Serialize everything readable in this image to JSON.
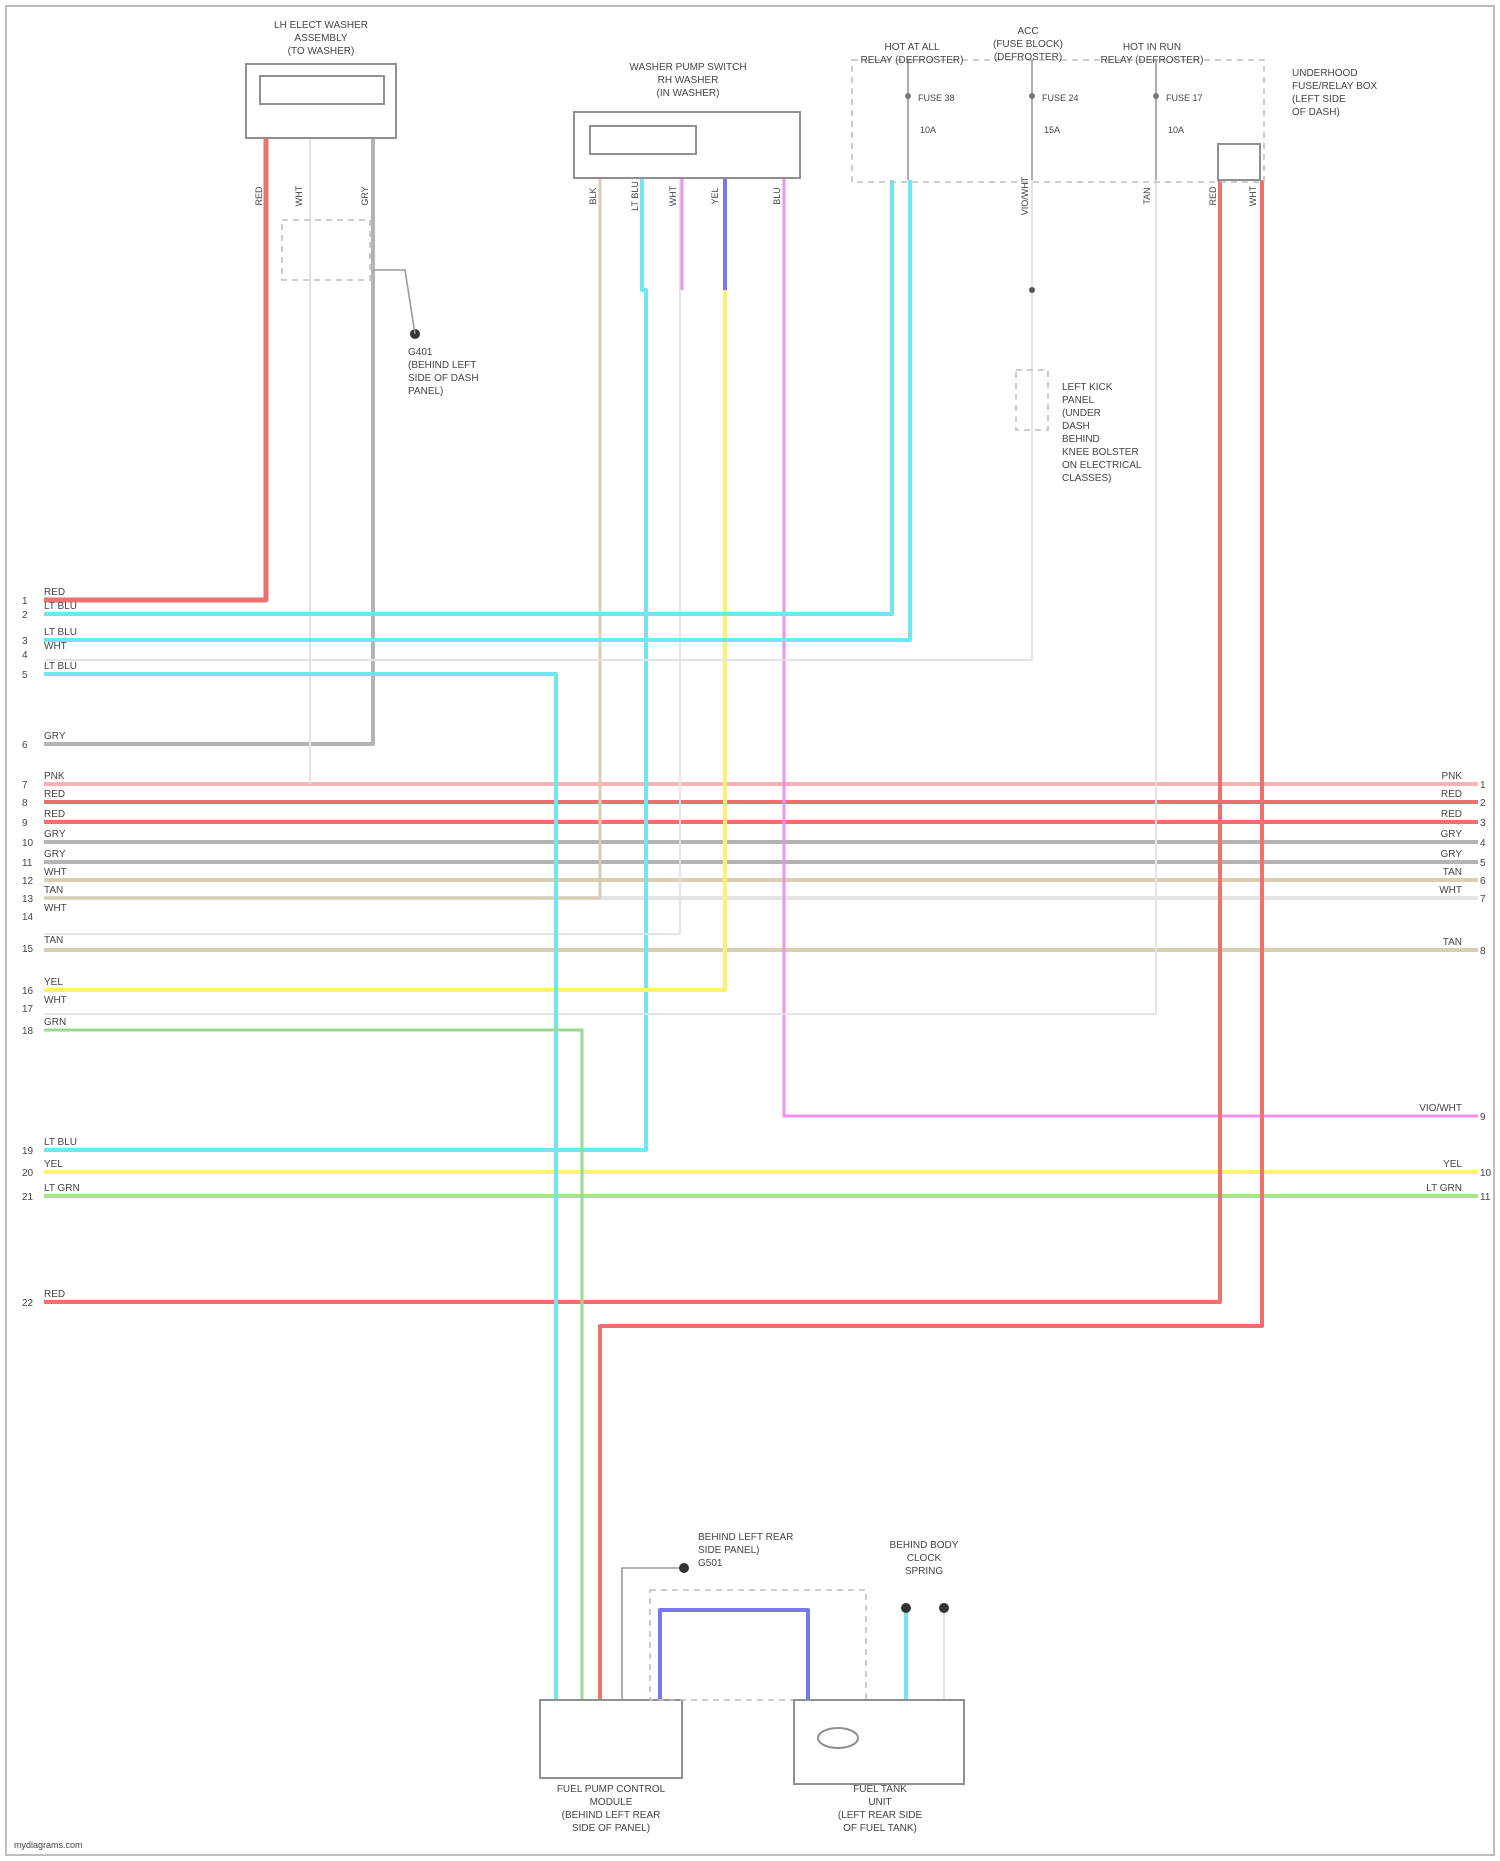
{
  "colors": {
    "RED": "#f07070",
    "LT BLU": "#70e6ee",
    "GRY": "#b4b4b4",
    "WHT": "#e4e4e4",
    "TAN": "#d8cfb2",
    "YEL": "#fbf270",
    "LT GRN": "#a6e690",
    "GRN": "#9bd890",
    "VIO/WHT": "#f090f0",
    "PNK": "#f7b2b8",
    "BLU": "#7878ee",
    "BLK": "#7a7a7a",
    "DK GRY": "#8a8a8a"
  },
  "components": {
    "headlight_washer_assembly": [
      "LH ELECT WASHER",
      "ASSEMBLY",
      "(TO WASHER)"
    ],
    "park_washer_switch": [
      "WASHER PUMP SWITCH",
      "RH WASHER",
      "(IN WASHER)"
    ],
    "fuse_a": [
      "HOT AT ALL",
      "RELAY (DEFROSTER)"
    ],
    "fuse_b": [
      "ACC",
      "(FUSE BLOCK)",
      "(DEFROSTER)"
    ],
    "fuse_c": [
      "HOT IN RUN",
      "RELAY (DEFROSTER)"
    ],
    "underhood_box": [
      "UNDERHOOD",
      "FUSE/RELAY BOX",
      "(LEFT SIDE",
      "OF DASH)"
    ],
    "ground_dash": [
      "G401",
      "(BEHIND LEFT",
      "SIDE OF DASH",
      "PANEL)"
    ],
    "splice_note": [
      "LEFT KICK",
      "PANEL",
      "(UNDER",
      "DASH",
      "BEHIND",
      "KNEE BOLSTER",
      "ON ELECTRICAL",
      "CLASSES)"
    ],
    "fuel_pump_module": [
      "FUEL PUMP CONTROL",
      "MODULE",
      "(BEHIND LEFT REAR",
      "SIDE OF PANEL)"
    ],
    "fuel_tank": [
      "FUEL TANK",
      "UNIT",
      "(LEFT REAR SIDE",
      "OF FUEL TANK)"
    ],
    "ground_rear": [
      "BEHIND LEFT REAR",
      "SIDE PANEL)",
      "G501"
    ],
    "ground_body": [
      "BEHIND BODY",
      "CLOCK",
      "SPRING"
    ]
  },
  "fuse_labels": [
    "FUSE 38",
    "10A",
    "FUSE 24",
    "15A",
    "FUSE 17",
    "10A"
  ],
  "left_wires": [
    {
      "num": "1",
      "label": "RED",
      "color": "RED"
    },
    {
      "num": "2",
      "label": "LT BLU",
      "color": "LT BLU"
    },
    {
      "num": "3",
      "label": "LT BLU",
      "color": "LT BLU"
    },
    {
      "num": "4",
      "label": "WHT",
      "color": "WHT"
    },
    {
      "num": "5",
      "label": "LT BLU",
      "color": "LT BLU"
    },
    {
      "num": "6",
      "label": "GRY",
      "color": "GRY"
    },
    {
      "num": "7",
      "label": "PNK",
      "color": "PNK"
    },
    {
      "num": "8",
      "label": "RED",
      "color": "RED"
    },
    {
      "num": "9",
      "label": "RED",
      "color": "RED"
    },
    {
      "num": "10",
      "label": "GRY",
      "color": "GRY"
    },
    {
      "num": "11",
      "label": "GRY",
      "color": "GRY"
    },
    {
      "num": "12",
      "label": "WHT",
      "color": "WHT"
    },
    {
      "num": "13",
      "label": "TAN",
      "color": "TAN"
    },
    {
      "num": "14",
      "label": "WHT",
      "color": "WHT"
    },
    {
      "num": "15",
      "label": "TAN",
      "color": "TAN"
    },
    {
      "num": "16",
      "label": "YEL",
      "color": "YEL"
    },
    {
      "num": "17",
      "label": "WHT",
      "color": "WHT"
    },
    {
      "num": "18",
      "label": "GRN",
      "color": "GRN"
    },
    {
      "num": "19",
      "label": "LT BLU",
      "color": "LT BLU"
    },
    {
      "num": "20",
      "label": "YEL",
      "color": "YEL"
    },
    {
      "num": "21",
      "label": "LT GRN",
      "color": "LT GRN"
    },
    {
      "num": "22",
      "label": "RED",
      "color": "RED"
    }
  ],
  "right_wires": [
    {
      "num": "1",
      "label": "PNK",
      "color": "PNK"
    },
    {
      "num": "2",
      "label": "RED",
      "color": "RED"
    },
    {
      "num": "3",
      "label": "RED",
      "color": "RED"
    },
    {
      "num": "4",
      "label": "GRY",
      "color": "GRY"
    },
    {
      "num": "5",
      "label": "GRY",
      "color": "GRY"
    },
    {
      "num": "6",
      "label": "TAN",
      "color": "TAN"
    },
    {
      "num": "7",
      "label": "WHT",
      "color": "WHT"
    },
    {
      "num": "8",
      "label": "TAN",
      "color": "TAN"
    },
    {
      "num": "9",
      "label": "VIO/WHT",
      "color": "VIO/WHT"
    },
    {
      "num": "10",
      "label": "YEL",
      "color": "YEL"
    },
    {
      "num": "11",
      "label": "LT GRN",
      "color": "LT GRN"
    }
  ],
  "vertical_labels": [
    "RED",
    "WHT",
    "GRY",
    "BLK",
    "LT BLU",
    "WHT",
    "YEL",
    "BLU",
    "VIO/WHT",
    "TAN",
    "RED",
    "WHT"
  ],
  "footer": "mydiagrams.com"
}
